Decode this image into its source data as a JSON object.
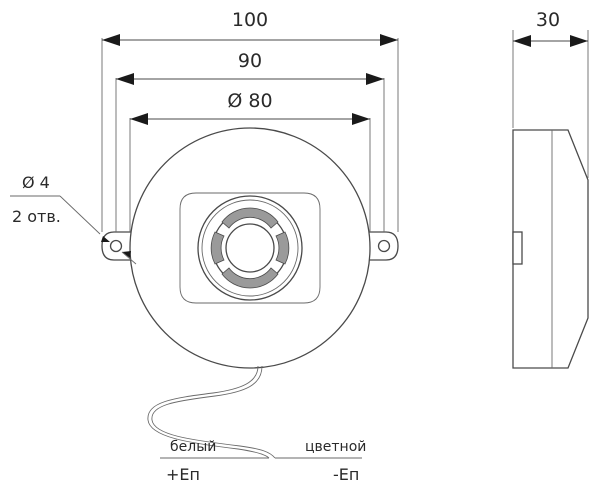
{
  "dimensions": {
    "overall_width": "100",
    "mounting_spacing": "90",
    "body_diameter": "Ø 80",
    "depth": "30",
    "hole_diameter": "Ø 4",
    "hole_count": "2 отв."
  },
  "wires": {
    "left_color": "белый",
    "right_color": "цветной",
    "left_polarity": "+Еп",
    "right_polarity": "-Еп"
  }
}
